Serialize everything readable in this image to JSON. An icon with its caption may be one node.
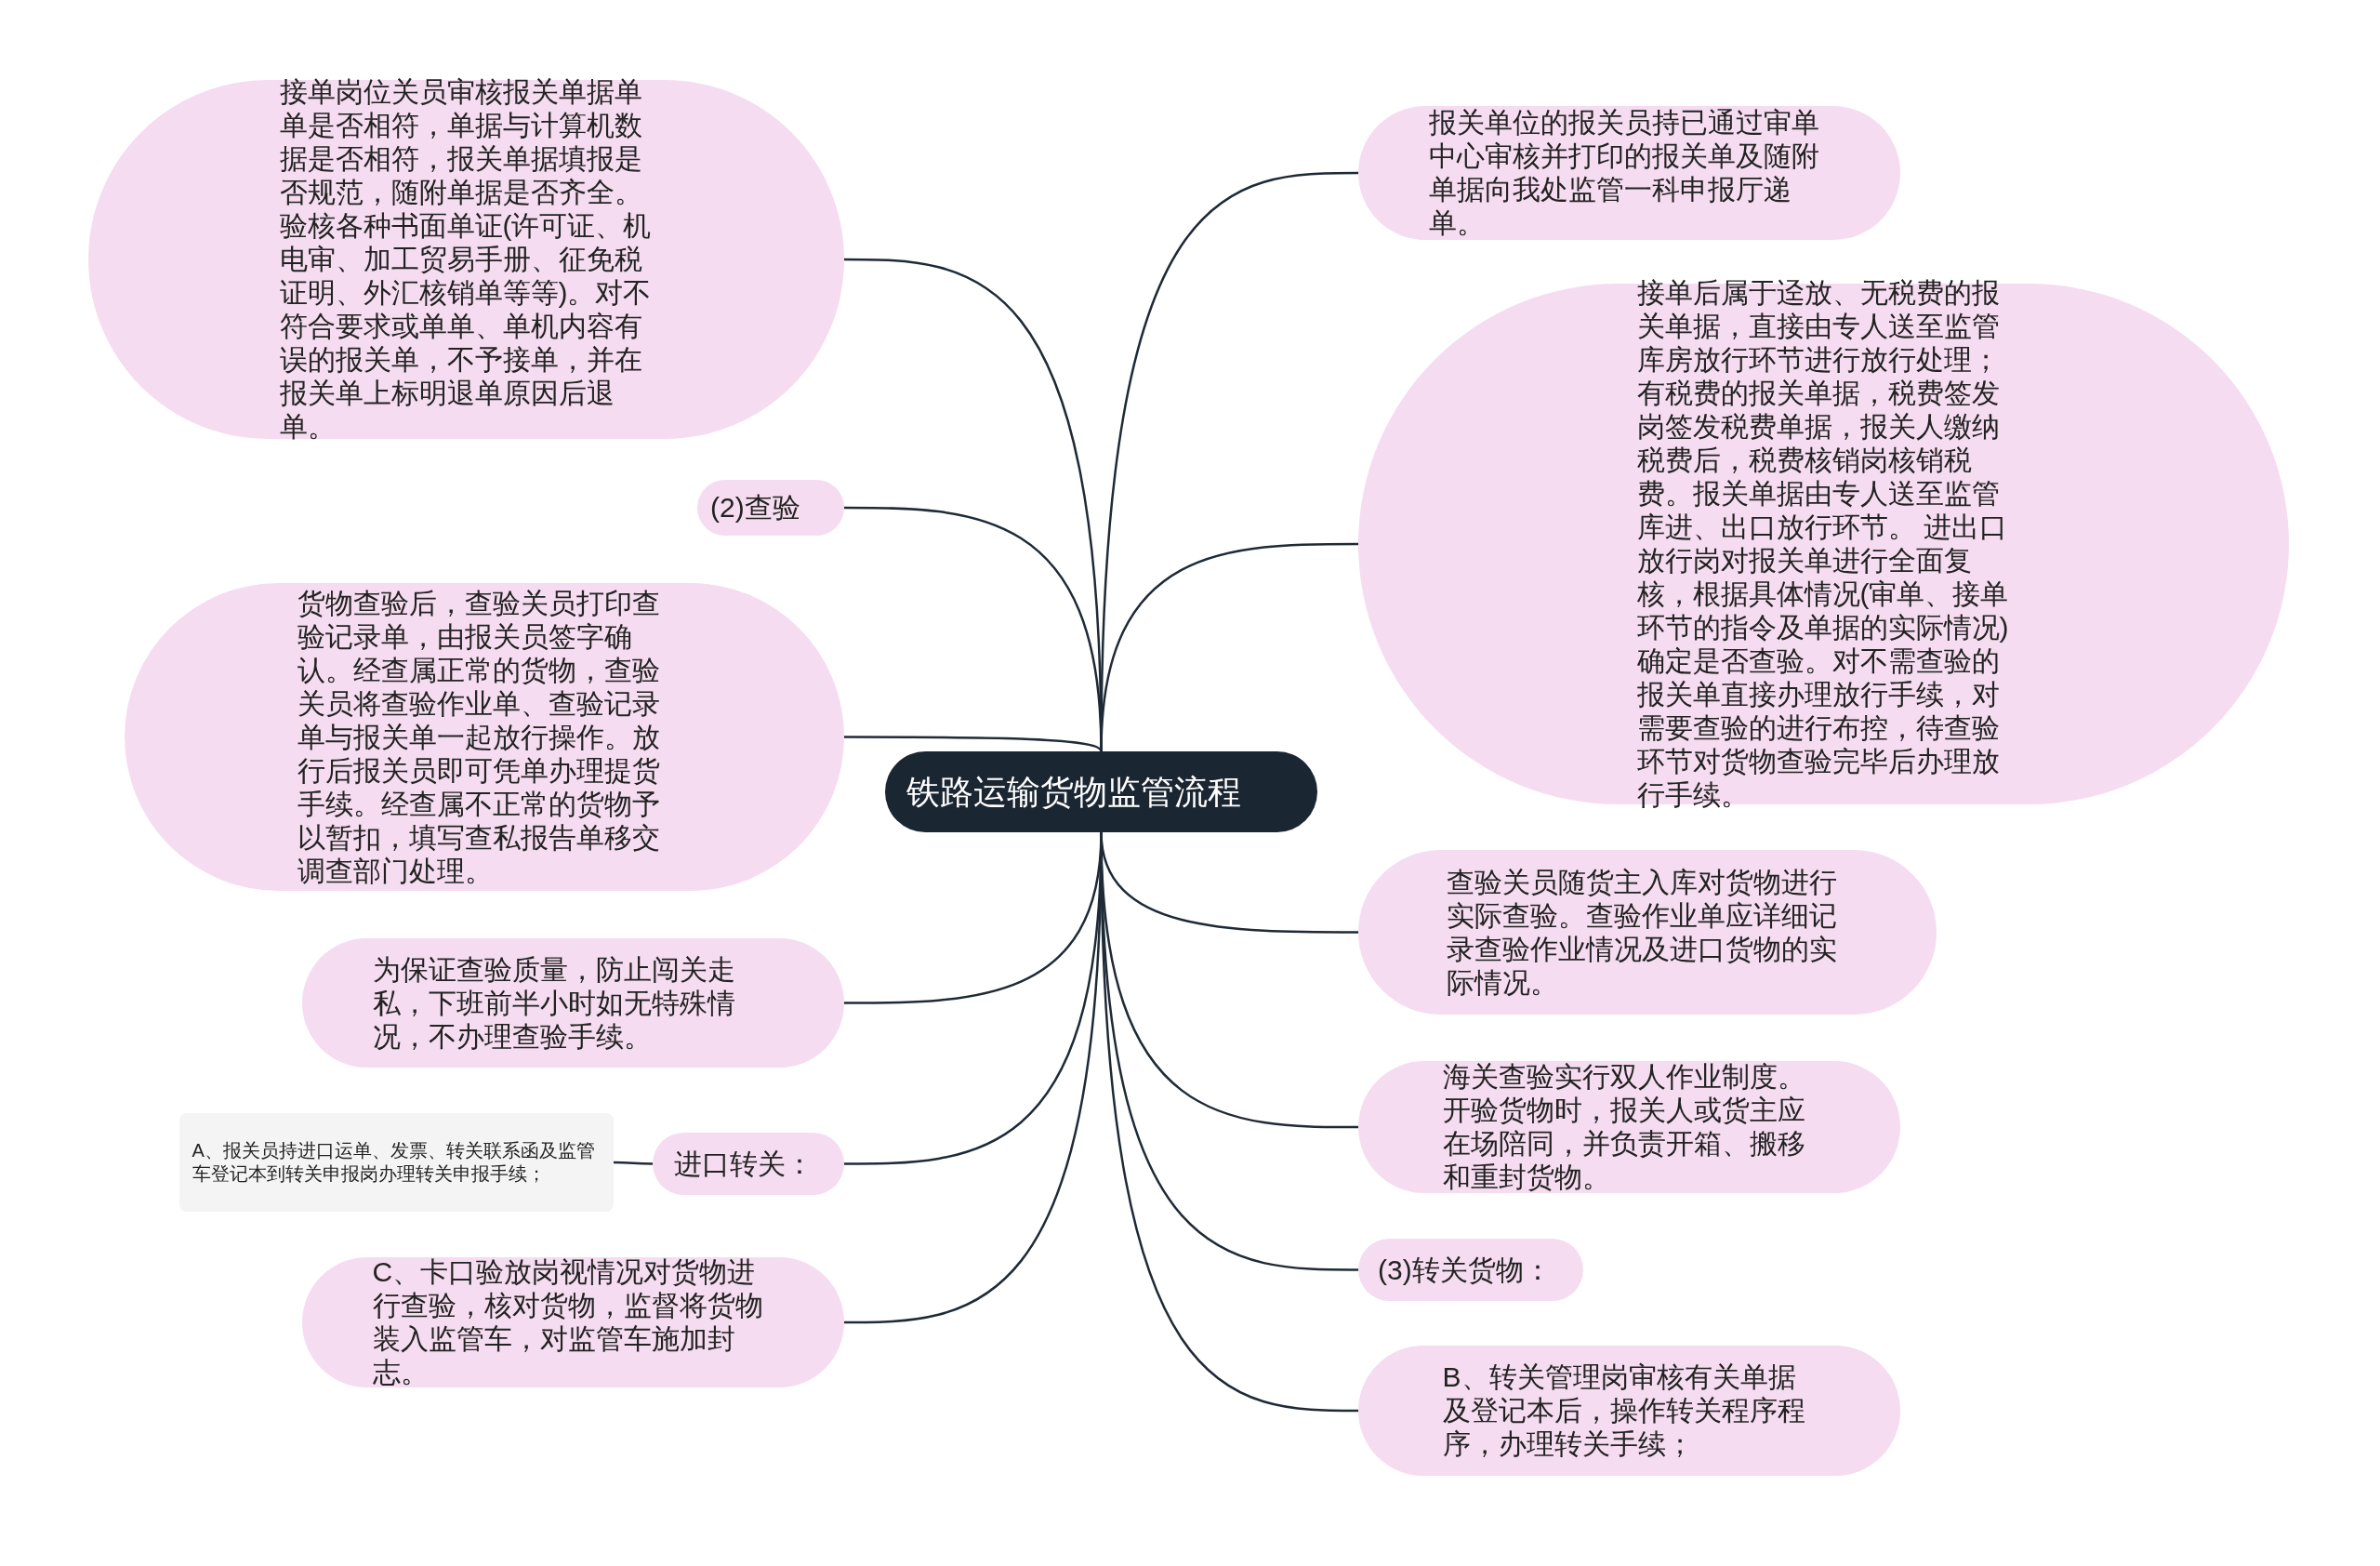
{
  "diagram": {
    "nodes": [
      {
        "text": [
          "铁路运输货物监管流程"
        ]
      },
      {
        "text": [
          "接单岗位关员审核报关单据单单是否相符，单据与计算机数据是否相符，报关单据填报是否规范，随附单据是否齐全。验核各种书面单证(许可证、机电审、加工贸易手册、征免税证明、外汇核销单等等)。对不符合要求或单单、单机内容有误的报关单，不予接单，并在报关单上标明退单原因后退单。"
        ]
      },
      {
        "text": [
          "(2)查验"
        ]
      },
      {
        "text": [
          "货物查验后，查验关员打印查验记录单，由报关员签字确认。经查属正常的货物，查验关员将查验作业单、查验记录单与报关单一起放行操作。放行后报关员即可凭单办理提货手续。经查属不正常的货物予以暂扣，填写查私报告单移交调查部门处理。"
        ]
      },
      {
        "text": [
          "为保证查验质量，防止闯关走私，下班前半小时如无特殊情况，不办理查验手续。"
        ]
      },
      {
        "text": [
          "进口转关："
        ]
      },
      {
        "text": [
          "A、报关员持进口运单、发票、转关联系函及监管车登记本到转关申报岗办理转关申报手续；"
        ]
      },
      {
        "text": [
          "C、卡口验放岗视情况对货物进行查验，核对货物，监督将货物装入监管车，对监管车施加封志。"
        ]
      },
      {
        "text": [
          "报关单位的报关员持已通过审单中心审核并打印的报关单及随附单据向我处监管一科申报厅递单。"
        ]
      },
      {
        "text": [
          "接单后属于迳放、无税费的报关单据，直接由专人送至监管库房放行环节进行放行处理；有税费的报关单据，税费签发岗签发税费单据，报关人缴纳税费后，税费核销岗核销税费。报关单据由专人送至监管库进、出口放行环节。 进出口放行岗对报关单进行全面复核，根据具体情况(审单、接单环节的指令及单据的实际情况)确定是否查验。对不需查验的报关单直接办理放行手续，对需要查验的进行布控，待查验环节对货物查验完毕后办理放行手续。"
        ]
      },
      {
        "text": [
          "查验关员随货主入库对货物进行实际查验。查验作业单应详细记录查验作业情况及进口货物的实际情况。"
        ]
      },
      {
        "text": [
          "海关查验实行双人作业制度。开验货物时，报关人或货主应在场陪同，并负责开箱、搬移和重封货物。"
        ]
      },
      {
        "text": [
          "(3)转关货物："
        ]
      },
      {
        "text": [
          "B、转关管理岗审核有关单据及登记本后，操作转关程序程序，办理转关手续；"
        ]
      }
    ],
    "edges": [
      {
        "from": 0,
        "to": 1,
        "arrow": "none"
      },
      {
        "from": 0,
        "to": 2,
        "arrow": "none"
      },
      {
        "from": 0,
        "to": 3,
        "arrow": "none"
      },
      {
        "from": 0,
        "to": 4,
        "arrow": "none"
      },
      {
        "from": 0,
        "to": 5,
        "arrow": "none"
      },
      {
        "from": 5,
        "to": 6,
        "arrow": "none"
      },
      {
        "from": 0,
        "to": 7,
        "arrow": "none"
      },
      {
        "from": 0,
        "to": 8,
        "arrow": "none"
      },
      {
        "from": 0,
        "to": 9,
        "arrow": "none"
      },
      {
        "from": 0,
        "to": 10,
        "arrow": "none"
      },
      {
        "from": 0,
        "to": 11,
        "arrow": "none"
      },
      {
        "from": 0,
        "to": 12,
        "arrow": "none"
      },
      {
        "from": 0,
        "to": 13,
        "arrow": "none"
      }
    ]
  }
}
